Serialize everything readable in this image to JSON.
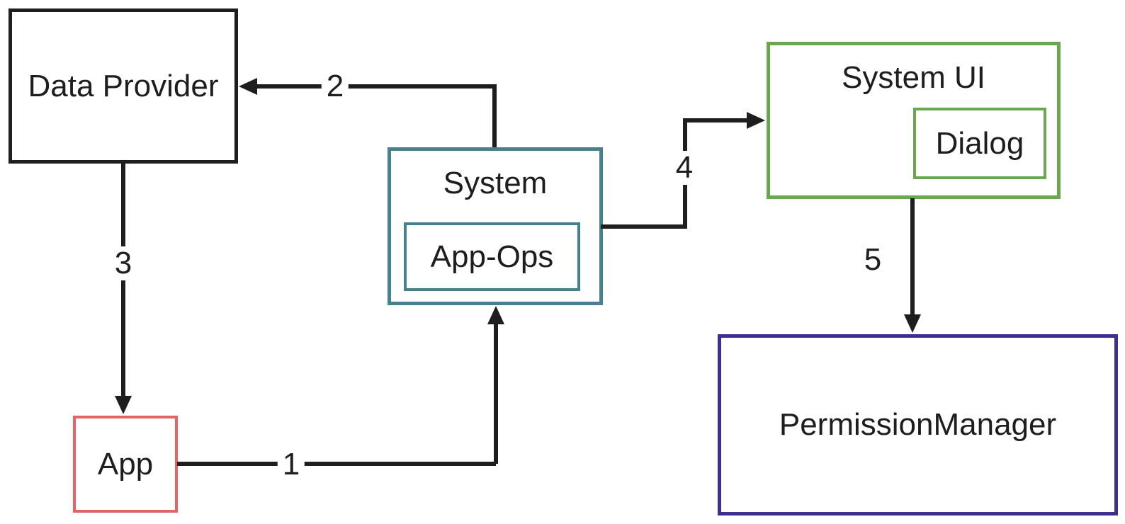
{
  "nodes": {
    "data_provider": {
      "label": "Data Provider",
      "border_color": "#1e1e1e"
    },
    "system": {
      "label": "System",
      "border_color": "#45818e"
    },
    "app_ops": {
      "label": "App-Ops",
      "border_color": "#45818e"
    },
    "system_ui": {
      "label": "System UI",
      "border_color": "#6aa84f"
    },
    "dialog": {
      "label": "Dialog",
      "border_color": "#6aa84f"
    },
    "permission_manager": {
      "label": "PermissionManager",
      "border_color": "#3b3191"
    },
    "app": {
      "label": "App",
      "border_color": "#e06666"
    }
  },
  "arrows": {
    "a1": {
      "label": "1",
      "from": "App",
      "to": "System"
    },
    "a2": {
      "label": "2",
      "from": "System",
      "to": "Data Provider"
    },
    "a3": {
      "label": "3",
      "from": "Data Provider",
      "to": "App"
    },
    "a4": {
      "label": "4",
      "from": "System",
      "to": "System UI"
    },
    "a5": {
      "label": "5",
      "from": "System UI",
      "to": "PermissionManager"
    }
  },
  "colors": {
    "line": "#1e1e1e",
    "teal": "#45818e",
    "green": "#6aa84f",
    "red": "#e06666",
    "indigo": "#3b3191",
    "background": "#ffffff"
  }
}
